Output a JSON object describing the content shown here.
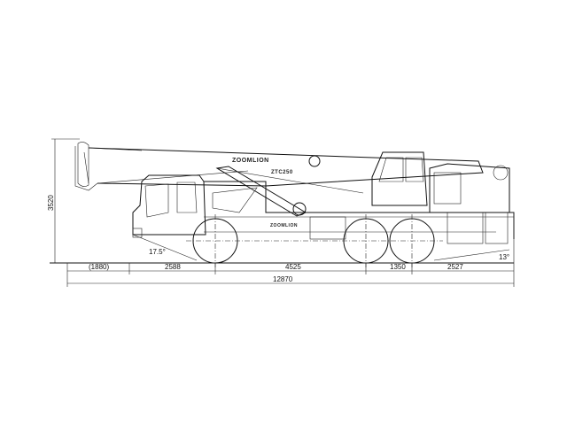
{
  "drawing": {
    "brand_logo": "ZOOMLION",
    "model_logo": "ZTC250",
    "side_marking": "ZOOMLION"
  },
  "dimensions": {
    "height": "3520",
    "front_overhang": "(1880)",
    "front_to_axle1": "2588",
    "axle1_to_axle2": "4525",
    "axle2_to_axle3": "1350",
    "rear_overhang": "2527",
    "overall_length": "12870",
    "approach_angle": "17.5°",
    "departure_angle": "13°"
  }
}
